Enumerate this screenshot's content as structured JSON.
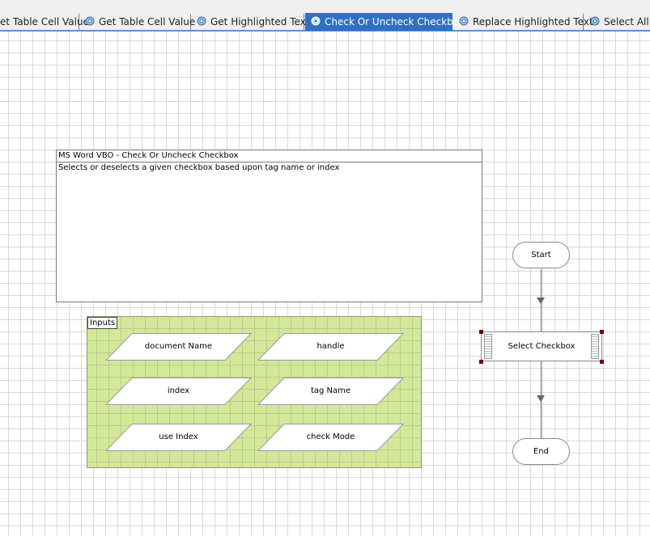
{
  "tabs": [
    {
      "label": "et Table Cell Value",
      "active": false
    },
    {
      "label": "Get Table Cell Value",
      "active": false
    },
    {
      "label": "Get Highlighted Text",
      "active": false
    },
    {
      "label": "Check Or Uncheck Checkbox",
      "active": true
    },
    {
      "label": "Replace Highlighted Text",
      "active": false
    },
    {
      "label": "Select All",
      "active": false
    }
  ],
  "note": {
    "title": "MS Word VBO - Check Or Uncheck Checkbox",
    "body": "Selects or deselects a given checkbox based upon tag name or index"
  },
  "inputs": {
    "label": "Inputs",
    "items": [
      "document Name",
      "handle",
      "index",
      "tag Name",
      "use Index",
      "check Mode"
    ]
  },
  "flow": {
    "start": "Start",
    "action": "Select Checkbox",
    "end": "End"
  },
  "colors": {
    "active_tab": "#2f6fc6",
    "inputs_block": "#d4e89a",
    "selection_handle": "#7a0000"
  }
}
